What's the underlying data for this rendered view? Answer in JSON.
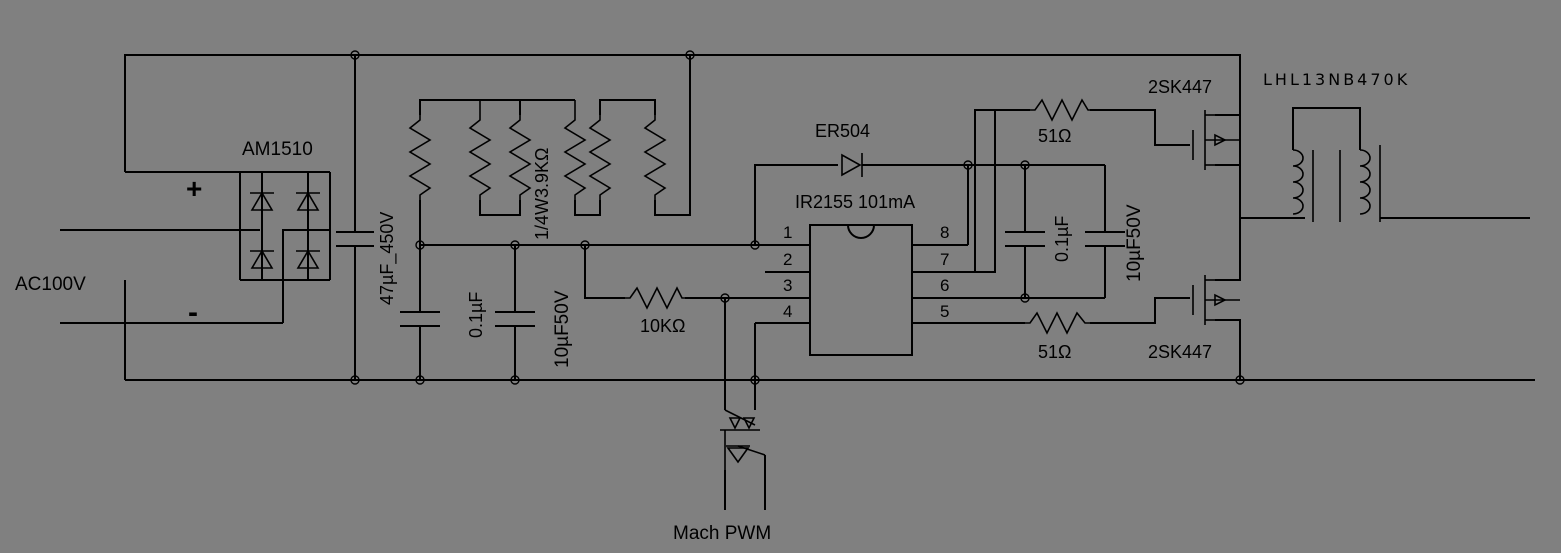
{
  "labels": {
    "bridge": "AM1510",
    "plus": "+",
    "minus": "-",
    "ac_input": "AC100V",
    "bulk_cap": "47µF_450V",
    "resistors": "1/4W3.9KΩ",
    "cap1": "0.1µF",
    "cap2": "10µF50V",
    "cap3": "0.1µF",
    "cap4": "10µF50V",
    "diode": "ER504",
    "ic": "IR2155 101mA",
    "r_input": "10KΩ",
    "r_gate_top": "51Ω",
    "r_gate_bottom": "51Ω",
    "mosfet_top": "2SK447",
    "mosfet_bottom": "2SK447",
    "coil": "LHL13NB470K",
    "pwm": "Mach PWM"
  },
  "pins": [
    "1",
    "2",
    "3",
    "4",
    "5",
    "6",
    "7",
    "8"
  ]
}
